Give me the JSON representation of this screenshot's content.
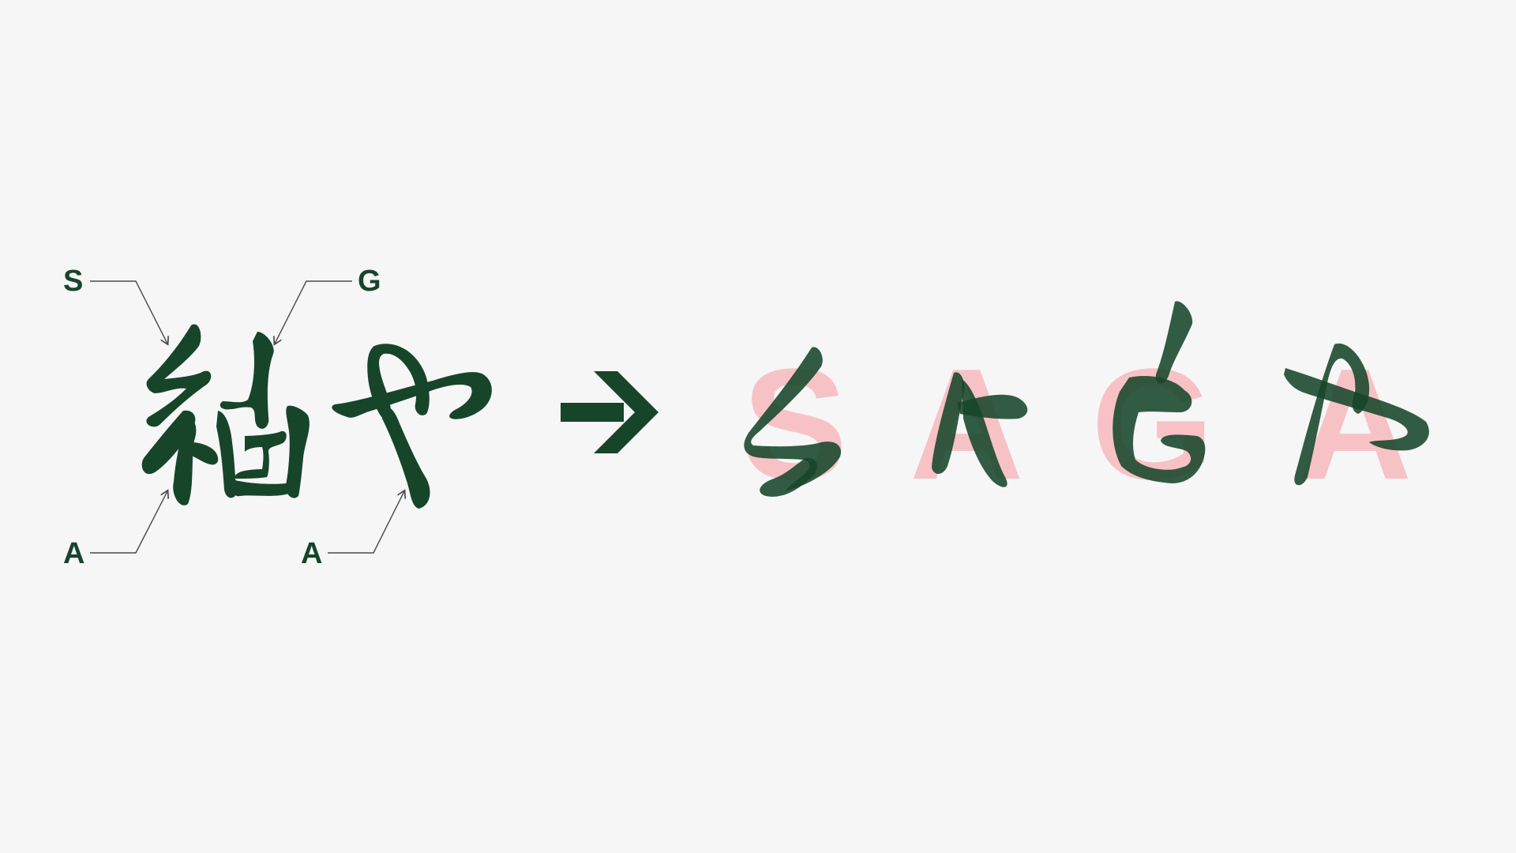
{
  "colors": {
    "background": "#f6f6f6",
    "ink": "#17452a",
    "latin_overlay": "#f7b9bd",
    "overlap": "#a07b70",
    "leader_line": "#4a4a4a"
  },
  "callouts": [
    {
      "label": "S",
      "target": "first-kana-upper-left"
    },
    {
      "label": "G",
      "target": "first-kana-upper-right"
    },
    {
      "label": "A",
      "target": "first-kana-lower-left"
    },
    {
      "label": "A",
      "target": "second-kana-lower"
    }
  ],
  "transform_arrow": {
    "icon": "arrow-right-icon"
  },
  "result_letters": [
    "S",
    "A",
    "G",
    "A"
  ]
}
